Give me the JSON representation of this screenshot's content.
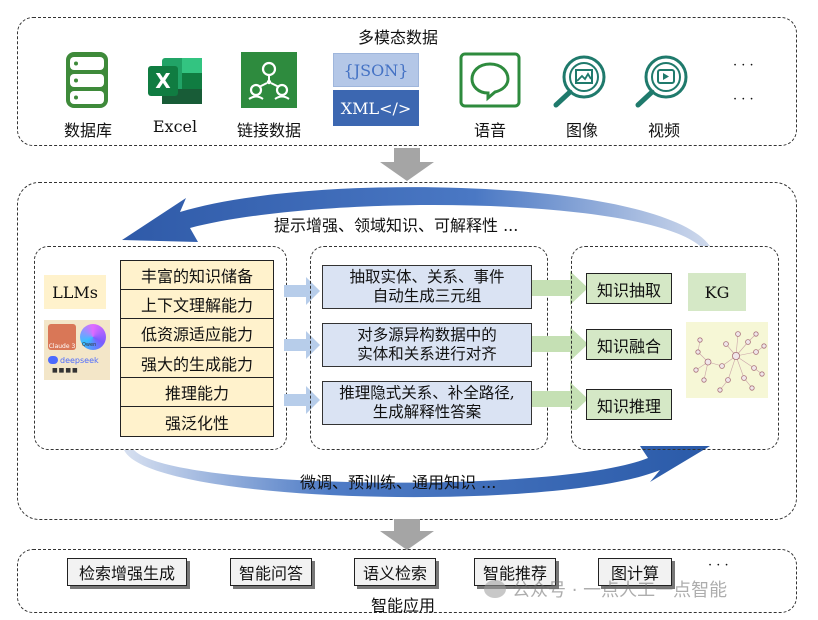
{
  "top": {
    "title": "多模态数据",
    "items": [
      {
        "label": "数据库",
        "icon": "database-icon"
      },
      {
        "label": "Excel",
        "icon": "excel-icon"
      },
      {
        "label": "链接数据",
        "icon": "linked-data-icon"
      },
      {
        "json_text": "{JSON}",
        "xml_text": "XML</>"
      },
      {
        "label": "语音",
        "icon": "speech-icon"
      },
      {
        "label": "图像",
        "icon": "image-search-icon"
      },
      {
        "label": "视频",
        "icon": "video-search-icon"
      }
    ],
    "ellipsis_1": "· · ·",
    "ellipsis_2": "· · ·"
  },
  "middle": {
    "top_arc_text": "提示增强、领域知识、可解释性 ...",
    "bottom_arc_text": "微调、预训练、通用知识 ...",
    "llm": {
      "label": "LLMs",
      "logo_labels": [
        "Claude 3",
        "Qwen",
        "deepseek",
        "■■■■"
      ],
      "capabilities": [
        "丰富的知识储备",
        "上下文理解能力",
        "低资源适应能力",
        "强大的生成能力",
        "推理能力",
        "强泛化性"
      ]
    },
    "tasks": [
      {
        "line1": "抽取实体、关系、事件",
        "line2": "自动生成三元组"
      },
      {
        "line1": "对多源异构数据中的",
        "line2": "实体和关系进行对齐"
      },
      {
        "line1": "推理隐式关系、补全路径,",
        "line2": "生成解释性答案"
      }
    ],
    "kg": {
      "steps": [
        "知识抽取",
        "知识融合",
        "知识推理"
      ],
      "label": "KG"
    }
  },
  "bottom": {
    "apps": [
      "检索增强生成",
      "智能问答",
      "语义检索",
      "智能推荐",
      "图计算"
    ],
    "ellipsis": "· · ·",
    "title": "智能应用",
    "watermark": "公众号 · 一点人工一点智能"
  },
  "colors": {
    "yellow": "#fff2cc",
    "blue_box": "#dae3f3",
    "green_box": "#d5e8c6",
    "arc_blue": "#3a66b0",
    "excel_green": "#1f7a45",
    "flow_arrow": "#a5a5a5"
  }
}
